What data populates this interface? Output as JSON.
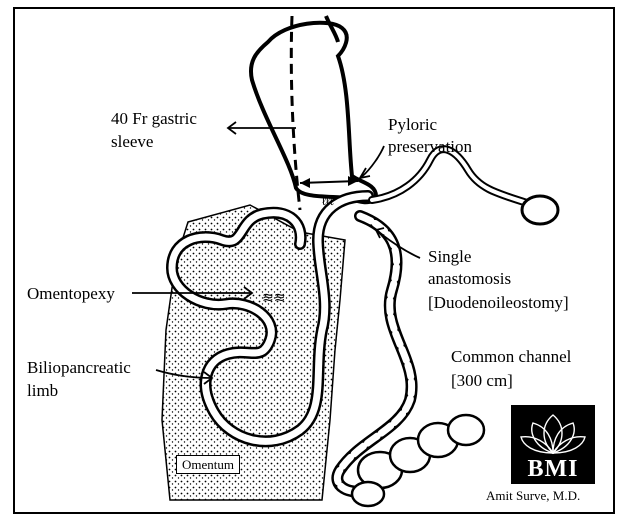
{
  "labels": {
    "sleeve_line1": "40 Fr gastric",
    "sleeve_line2": "sleeve",
    "pyloric_line1": "Pyloric",
    "pyloric_line2": "preservation",
    "anastomosis_line1": "Single",
    "anastomosis_line2": "anastomosis",
    "anastomosis_line3": "[Duodenoileostomy]",
    "omentopexy": "Omentopexy",
    "bp_limb_line1": "Biliopancreatic",
    "bp_limb_line2": "limb",
    "common_line1": "Common channel",
    "common_line2": "[300 cm]",
    "omentum": "Omentum"
  },
  "logo": {
    "text": "BMI",
    "author": "Amit Surve, M.D."
  }
}
